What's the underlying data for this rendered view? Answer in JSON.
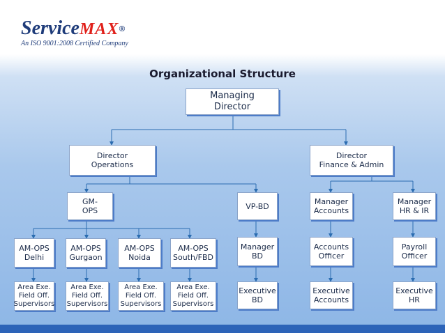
{
  "logo": {
    "brand_service": "Service",
    "brand_max": "MAX",
    "registered": "®",
    "tagline": "An ISO 9001:2008 Certified Company"
  },
  "title": "Organizational Structure",
  "nodes": {
    "md": "Managing\nDirector",
    "dir_ops": "Director\nOperations",
    "dir_fin": "Director\nFinance & Admin",
    "gm_ops": "GM-\nOPS",
    "vp_bd": "VP-BD",
    "mgr_acc": "Manager\nAccounts",
    "mgr_hr": "Manager\nHR & IR",
    "am_delhi": "AM-OPS\nDelhi",
    "am_gurgaon": "AM-OPS\nGurgaon",
    "am_noida": "AM-OPS\nNoida",
    "am_south": "AM-OPS\nSouth/FBD",
    "mgr_bd": "Manager\nBD",
    "acc_officer": "Accounts\nOfficer",
    "payroll_officer": "Payroll\nOfficer",
    "sup_delhi": "Area Exe.\nField Off.\nSupervisors",
    "sup_gurgaon": "Area Exe.\nField Off.\nSupervisors",
    "sup_noida": "Area Exe.\nField Off.\nSupervisors",
    "sup_south": "Area Exe.\nField Off.\nSupervisors",
    "exec_bd": "Executive\nBD",
    "exec_acc": "Executive\nAccounts",
    "exec_hr": "Executive\nHR"
  },
  "colors": {
    "connector": "#2b6cb0",
    "box_shadow": "#4d7cc8",
    "brand_red": "#e0201a",
    "brand_blue": "#1f3c7a"
  }
}
